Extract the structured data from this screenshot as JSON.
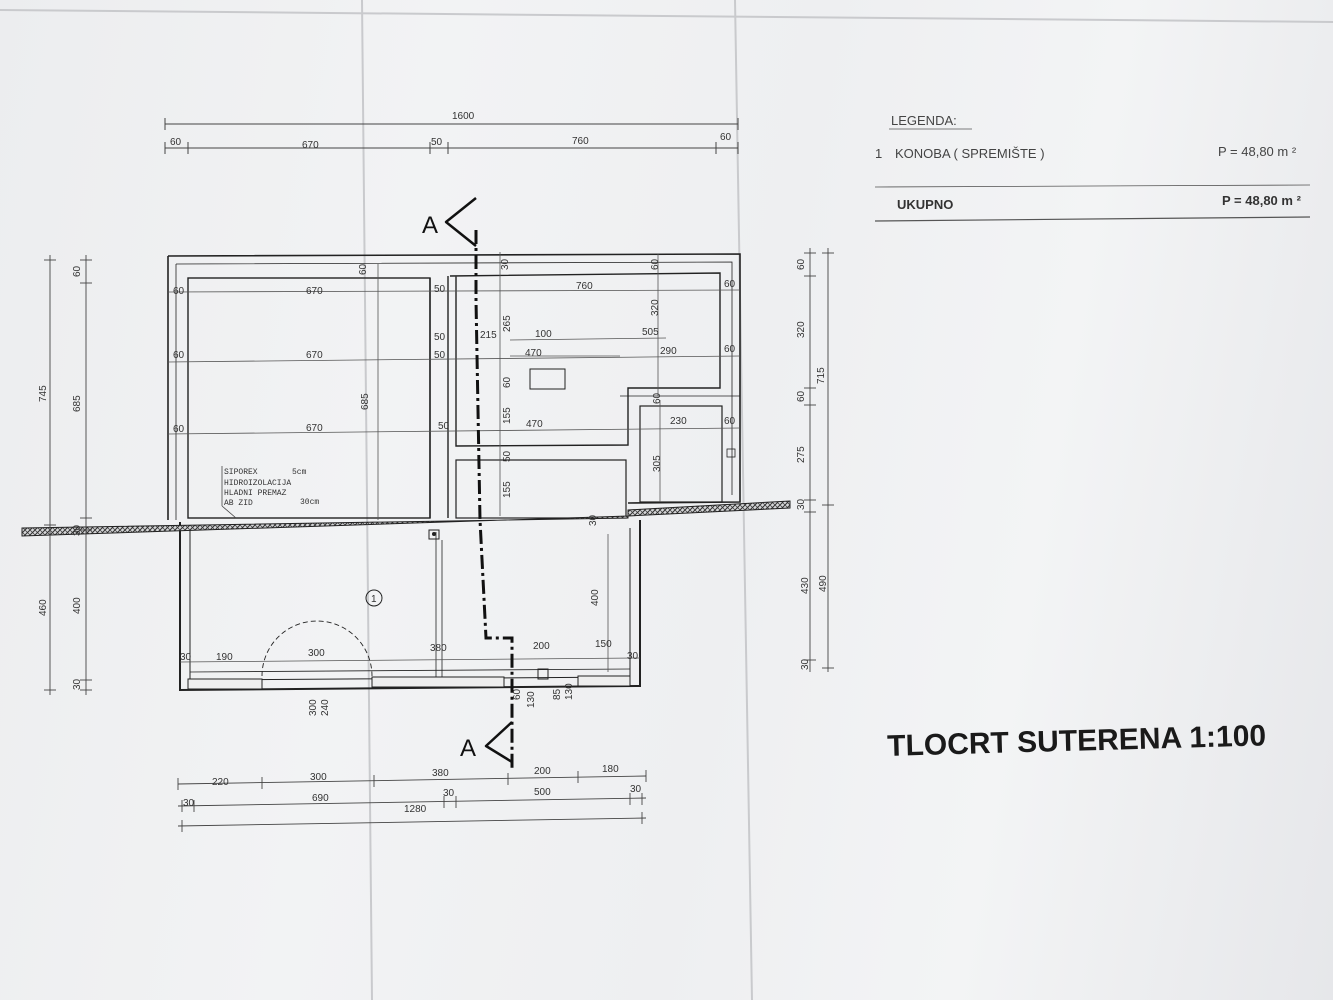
{
  "legend": {
    "title": "LEGENDA:",
    "rooms": [
      {
        "num": "1",
        "name": "KONOBA ( SPREMIŠTE )",
        "area": "P = 48,80 m ²"
      }
    ],
    "total_label": "UKUPNO",
    "total_area": "P = 48,80 m ²"
  },
  "title": "TLOCRT SUTERENA  1:100",
  "section_marker": "A",
  "room_marker": "1",
  "materials": [
    {
      "label": "SIPOREX",
      "value": "5cm"
    },
    {
      "label": "HIDROIZOLACIJA",
      "value": ""
    },
    {
      "label": "HLADNI  PREMAZ",
      "value": ""
    },
    {
      "label": "AB  ZID",
      "value": "30cm"
    }
  ],
  "dimensions": {
    "top_total": "1600",
    "top_row": [
      "60",
      "670",
      "50",
      "760",
      "60"
    ],
    "inner_top": [
      "60",
      "670",
      "50",
      "760",
      "60"
    ],
    "inner_row2": [
      "60",
      "670",
      "50",
      "215",
      "100",
      "505",
      "470",
      "290",
      "60"
    ],
    "inner_row3": [
      "60",
      "670",
      "50",
      "470",
      "230",
      "60"
    ],
    "inner_vertical": [
      "60",
      "685",
      "30",
      "265",
      "320",
      "60",
      "155",
      "50",
      "155",
      "305",
      "60",
      "400"
    ],
    "left": [
      "745",
      "60",
      "685",
      "460",
      "400",
      "30"
    ],
    "right": [
      "60",
      "320",
      "715",
      "60",
      "275",
      "30",
      "430",
      "490",
      "30"
    ],
    "bottom_inner": [
      "30",
      "190",
      "300",
      "380",
      "200",
      "150",
      "30"
    ],
    "door_vertical": [
      "300",
      "240",
      "130",
      "85",
      "130",
      "60"
    ],
    "bottom_row1": [
      "220",
      "300",
      "380",
      "200",
      "180"
    ],
    "bottom_row2": [
      "30",
      "690",
      "30",
      "500",
      "30"
    ],
    "bottom_total": "1280"
  }
}
